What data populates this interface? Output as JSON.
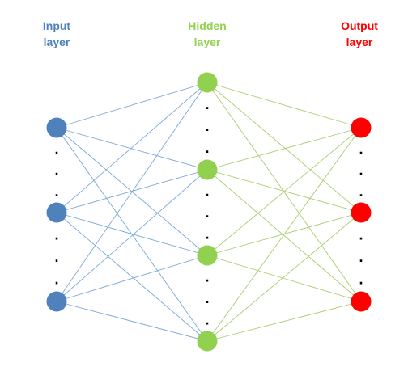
{
  "layers": [
    {
      "id": "input",
      "line1": "Input",
      "line2": "layer",
      "color": "#4f81bd",
      "nodes": 3,
      "edge_color": "#7ba7d7"
    },
    {
      "id": "hidden",
      "line1": "Hidden",
      "line2": "layer",
      "color": "#92d050",
      "nodes": 4,
      "edge_color": "#a9cd6e"
    },
    {
      "id": "output",
      "line1": "Output",
      "line2": "layer",
      "color": "#ff0000",
      "nodes": 3
    }
  ],
  "ellipsis_glyph": "."
}
